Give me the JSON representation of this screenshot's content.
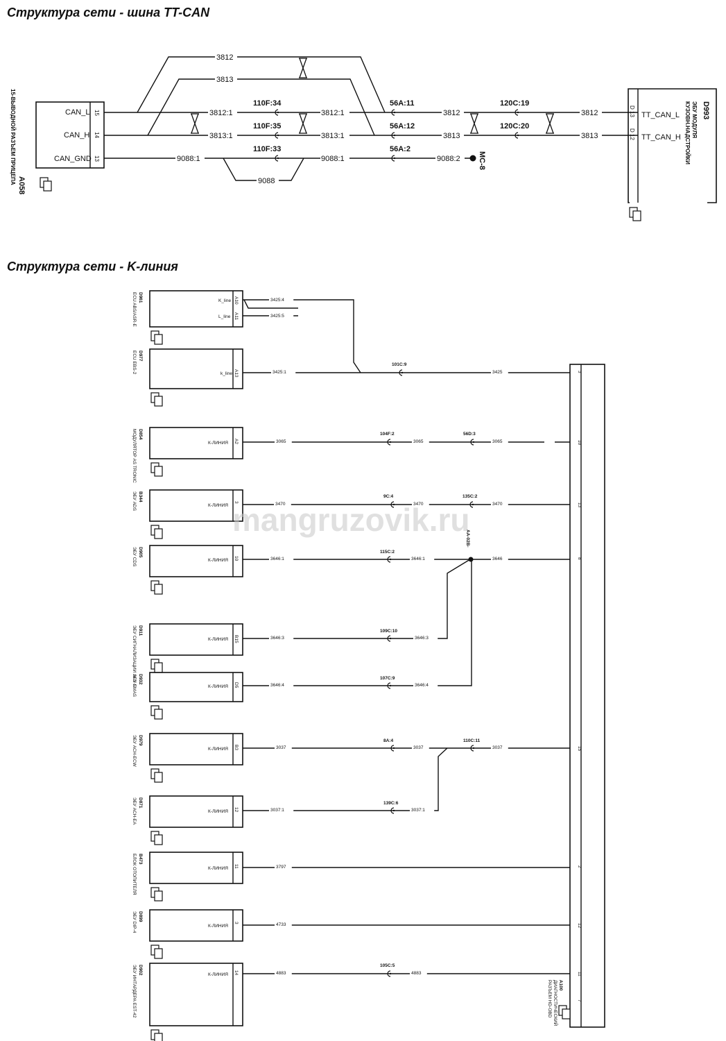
{
  "can": {
    "title": "Структура сети - шина TT-CAN",
    "a058": {
      "id": "A058",
      "desc": "15-ВЫВОДНОЙ РАЗЪЕМ ПРИЦЕПА",
      "pins": [
        {
          "name": "CAN_L",
          "pin": "15"
        },
        {
          "name": "CAN_H",
          "pin": "14"
        },
        {
          "name": "CAN_GND",
          "pin": "13"
        }
      ]
    },
    "d993": {
      "id": "D993",
      "desc1": "ЭБУ МОДУЛЯ",
      "desc2": "КУЗОВН.НАДСТРОЙКИ",
      "pins": [
        {
          "name": "TT_CAN_L",
          "pin": "D 13"
        },
        {
          "name": "TT_CAN_H",
          "pin": "D 12"
        }
      ]
    },
    "wires": {
      "w3812": "3812",
      "w3813": "3813",
      "w3812_1": "3812:1",
      "w3813_1": "3813:1",
      "w9088_1": "9088:1",
      "w9088": "9088",
      "w9088_2": "9088:2"
    },
    "connectors": {
      "c110f34": "110F:34",
      "c110f35": "110F:35",
      "c110f33": "110F:33",
      "c56a11": "56A:11",
      "c56a12": "56A:12",
      "c56a2": "56A:2",
      "c120c19": "120C:19",
      "c120c20": "120C:20"
    },
    "ground": "MC-8"
  },
  "kline": {
    "title": "Структура сети - K-линия",
    "junction": "AA-02B-",
    "diag": {
      "id": "A100",
      "desc1": "ДИАГНОСТИЧЕСКИЙ",
      "desc2": "РАЗЪЕМ HD-OBD"
    },
    "ecus": [
      {
        "id": "D961",
        "desc": "ECU ABS/ASR-E",
        "pins": [
          {
            "label": "K_line",
            "pin": "A10",
            "wire": "3425:4"
          },
          {
            "label": "L_line",
            "pin": "A11",
            "wire": "3425:5"
          }
        ]
      },
      {
        "id": "D977",
        "desc": "ECU EBS-2",
        "pins": [
          {
            "label": "k_line",
            "pin": "A13",
            "wire": "3425:1"
          }
        ],
        "conn": "101C:9",
        "wire_out": "3425",
        "bus_pin": "3"
      },
      {
        "id": "D854",
        "desc": "МОДУЛЯТОР AS TRONIC",
        "pins": [
          {
            "label": "К-ЛИНИЯ",
            "pin": "A2",
            "wire": "3065"
          }
        ],
        "conn": "104F:2",
        "wire_mid": "3065",
        "conn2": "56D:3",
        "wire_out": "3065",
        "bus_pin": "10"
      },
      {
        "id": "B344",
        "desc": "ЭБУ ADS",
        "pins": [
          {
            "label": "К-ЛИНИЯ",
            "pin": "3",
            "wire": "3470"
          }
        ],
        "conn": "9C:4",
        "wire_mid": "3470",
        "conn2": "135C:2",
        "wire_out": "3470",
        "bus_pin": "13"
      },
      {
        "id": "D905",
        "desc": "ЭБУ CDS",
        "pins": [
          {
            "label": "К-ЛИНИЯ",
            "pin": "10",
            "wire": "3646:1"
          }
        ],
        "conn": "115C:2",
        "wire_mid": "3646:1",
        "wire_out": "3646",
        "bus_pin": "8"
      },
      {
        "id": "D911",
        "desc": "ЭБУ СИГНАЛИЗАЦИИ ALS-S",
        "pins": [
          {
            "label": "К-ЛИНИЯ",
            "pin": "B15",
            "wire": "3646:3"
          }
        ],
        "conn": "109C:10",
        "wire_mid": "3646:3"
      },
      {
        "id": "D932",
        "desc": "ЭБУ EMAS",
        "pins": [
          {
            "label": "К-ЛИНИЯ",
            "pin": "D5",
            "wire": "3646:4"
          }
        ],
        "conn": "107C:9",
        "wire_mid": "3646:4"
      },
      {
        "id": "D979",
        "desc": "ЭБУ ACH-ECW",
        "pins": [
          {
            "label": "К-ЛИНИЯ",
            "pin": "B3",
            "wire": "3037"
          }
        ],
        "conn": "8A:4",
        "wire_mid": "3037",
        "conn2": "110C:11",
        "wire_out": "3037",
        "bus_pin": "15"
      },
      {
        "id": "D871",
        "desc": "ЭБУ ACH-EA",
        "pins": [
          {
            "label": "К-ЛИНИЯ",
            "pin": "12",
            "wire": "3037:1"
          }
        ],
        "conn": "139C:6",
        "wire_mid": "3037:1"
      },
      {
        "id": "B473",
        "desc": "БЛОК ОТОПИТЕЛЯ",
        "pins": [
          {
            "label": "К-ЛИНИЯ",
            "pin": "11",
            "wire": "3797"
          }
        ],
        "bus_pin": "2"
      },
      {
        "id": "D899",
        "desc": "ЭБУ DIP-4",
        "pins": [
          {
            "label": "К-ЛИНИЯ",
            "pin": "3",
            "wire": "4733"
          }
        ],
        "bus_pin": "12"
      },
      {
        "id": "D902",
        "desc": "ЭБУ ИНТАРДЕРА EST-42",
        "pins": [
          {
            "label": "К-ЛИНИЯ",
            "pin": "14",
            "wire": "4883"
          }
        ],
        "conn": "105C:5",
        "wire_out": "4883",
        "bus_pin": "11"
      }
    ],
    "diag_bus_pin": "7"
  },
  "watermark": "mangruzovik.ru"
}
